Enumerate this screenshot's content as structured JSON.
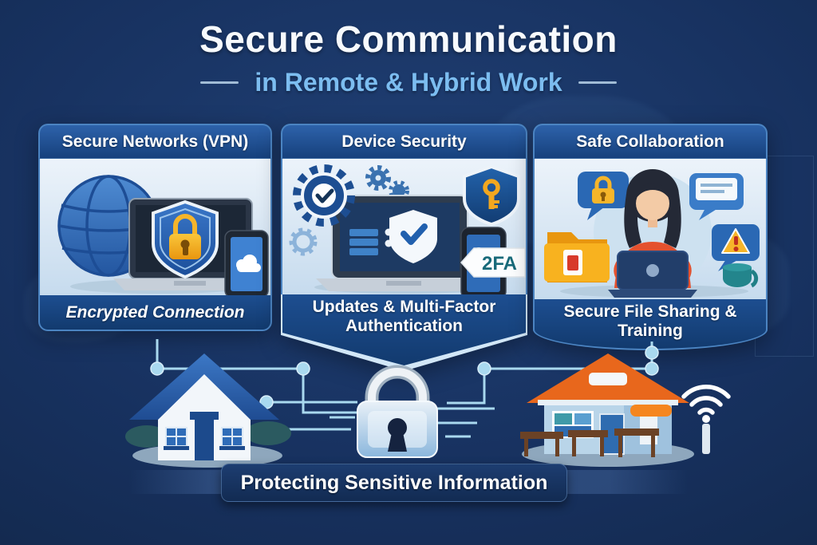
{
  "header": {
    "title": "Secure Communication",
    "subtitle": "in Remote & Hybrid Work"
  },
  "panels": [
    {
      "header": "Secure Networks (VPN)",
      "caption": "Encrypted Connection"
    },
    {
      "header": "Device Security",
      "caption": "Updates & Multi-Factor Authentication",
      "badge_2fa": "2FA"
    },
    {
      "header": "Safe Collaboration",
      "caption": "Secure File Sharing & Training"
    }
  ],
  "banner": {
    "label": "Protecting Sensitive Information"
  },
  "icons": {
    "panel1": [
      "globe-icon",
      "laptop-icon",
      "vpn-shield-lock-icon",
      "smartphone-cloud-icon"
    ],
    "panel2": [
      "gear-check-icon",
      "small-gear-icon",
      "laptop-shield-icon",
      "smartphone-icon",
      "two-fa-tag-icon",
      "shield-key-icon"
    ],
    "panel3": [
      "lock-chat-bubble-icon",
      "folder-icon",
      "woman-at-laptop-illustration",
      "chat-bubble-icon",
      "warning-bubble-icon",
      "coffee-mug-icon"
    ],
    "bottom": [
      "house-icon",
      "padlock-icon",
      "cafe-building-icon",
      "wifi-icon",
      "circuit-lines"
    ]
  },
  "colors": {
    "background": "#17315f",
    "panel_header": "#1c4c8f",
    "panel_body": "#dfeaf6",
    "panel_footer": "#143a6d",
    "accent_light_blue": "#7cbdf0",
    "circuit": "#a9d9ef",
    "gold": "#f2a71f",
    "roof_orange": "#e8671c",
    "sweater_red": "#e4512e",
    "mug_teal": "#23858c",
    "text_white": "#f7fafd"
  }
}
